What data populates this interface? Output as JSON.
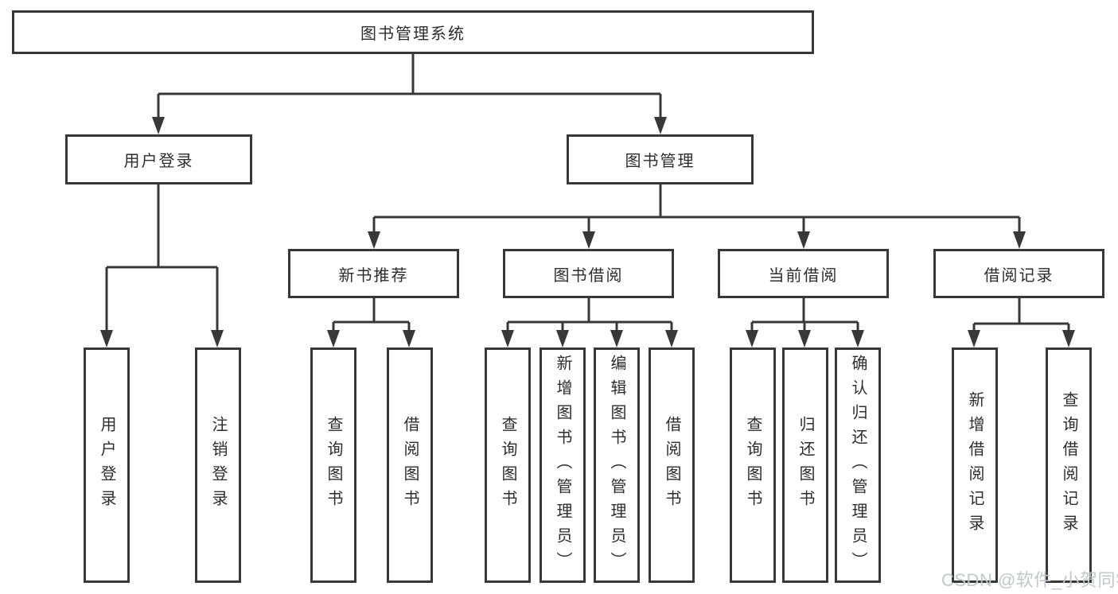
{
  "diagram": {
    "root": {
      "label": "图书管理系统"
    },
    "level2": [
      {
        "label": "用户登录"
      },
      {
        "label": "图书管理"
      }
    ],
    "level3": [
      {
        "label": "新书推荐"
      },
      {
        "label": "图书借阅"
      },
      {
        "label": "当前借阅"
      },
      {
        "label": "借阅记录"
      }
    ],
    "leaves": {
      "user_login": [
        {
          "label": "用户登录"
        },
        {
          "label": "注销登录"
        }
      ],
      "new_book_recommend": [
        {
          "label": "查询图书"
        },
        {
          "label": "借阅图书"
        }
      ],
      "book_borrowing": [
        {
          "label": "查询图书"
        },
        {
          "label": "新增图书（管理员）"
        },
        {
          "label": "编辑图书（管理员）"
        },
        {
          "label": "借阅图书"
        }
      ],
      "current_borrowing": [
        {
          "label": "查询图书"
        },
        {
          "label": "归还图书"
        },
        {
          "label": "确认归还（管理员）"
        }
      ],
      "borrowing_records": [
        {
          "label": "新增借阅记录"
        },
        {
          "label": "查询借阅记录"
        }
      ]
    },
    "colors": {
      "line": "#383838",
      "box_border": "#383838",
      "text": "#2d2d2d",
      "background": "#ffffff"
    }
  },
  "watermark": {
    "text": "CSDN @软件_小贺同学",
    "color": "#c3c7cb"
  }
}
